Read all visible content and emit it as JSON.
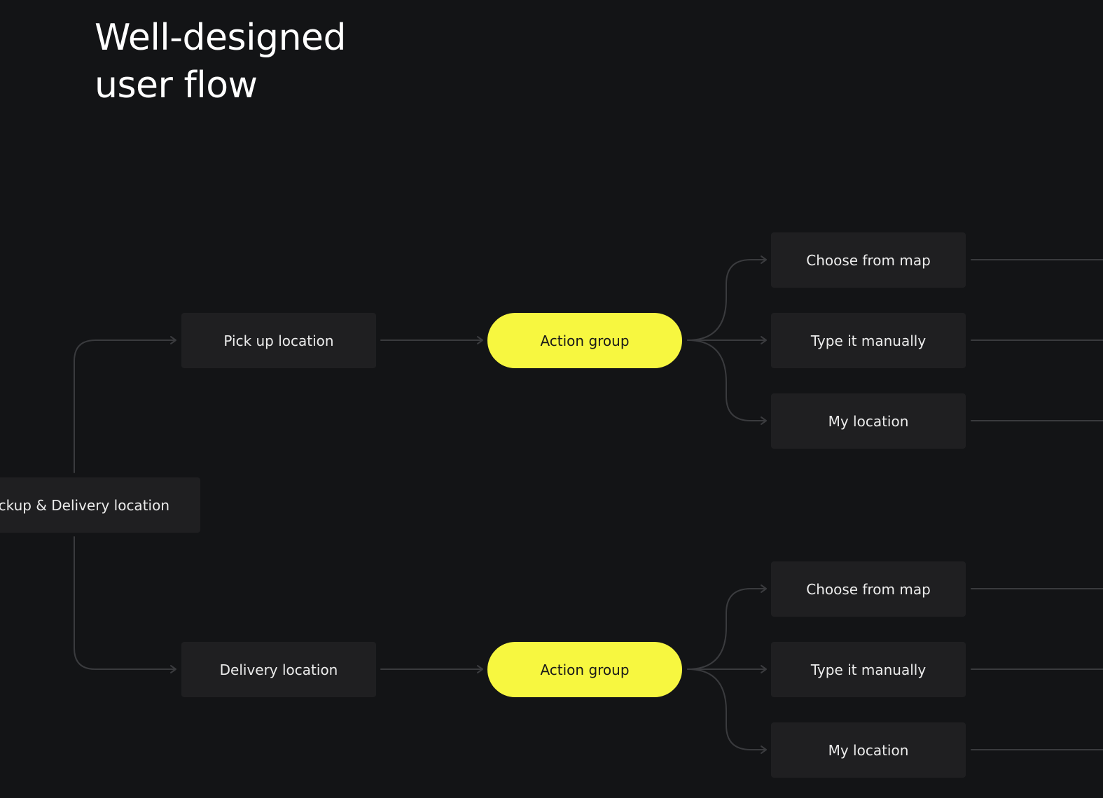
{
  "title": {
    "line1": "Well-designed",
    "line2": "user flow"
  },
  "flow": {
    "root": "ckup & Delivery location",
    "pickup": {
      "label": "Pick up location",
      "action": "Action group",
      "options": [
        "Choose from map",
        "Type it manually",
        "My location"
      ]
    },
    "delivery": {
      "label": "Delivery location",
      "action": "Action group",
      "options": [
        "Choose from map",
        "Type it manually",
        "My location"
      ]
    }
  },
  "colors": {
    "background": "#131416",
    "node": "#1f1f21",
    "action": "#f7f740",
    "connector": "#3a3b3e",
    "text": "#ececec"
  }
}
